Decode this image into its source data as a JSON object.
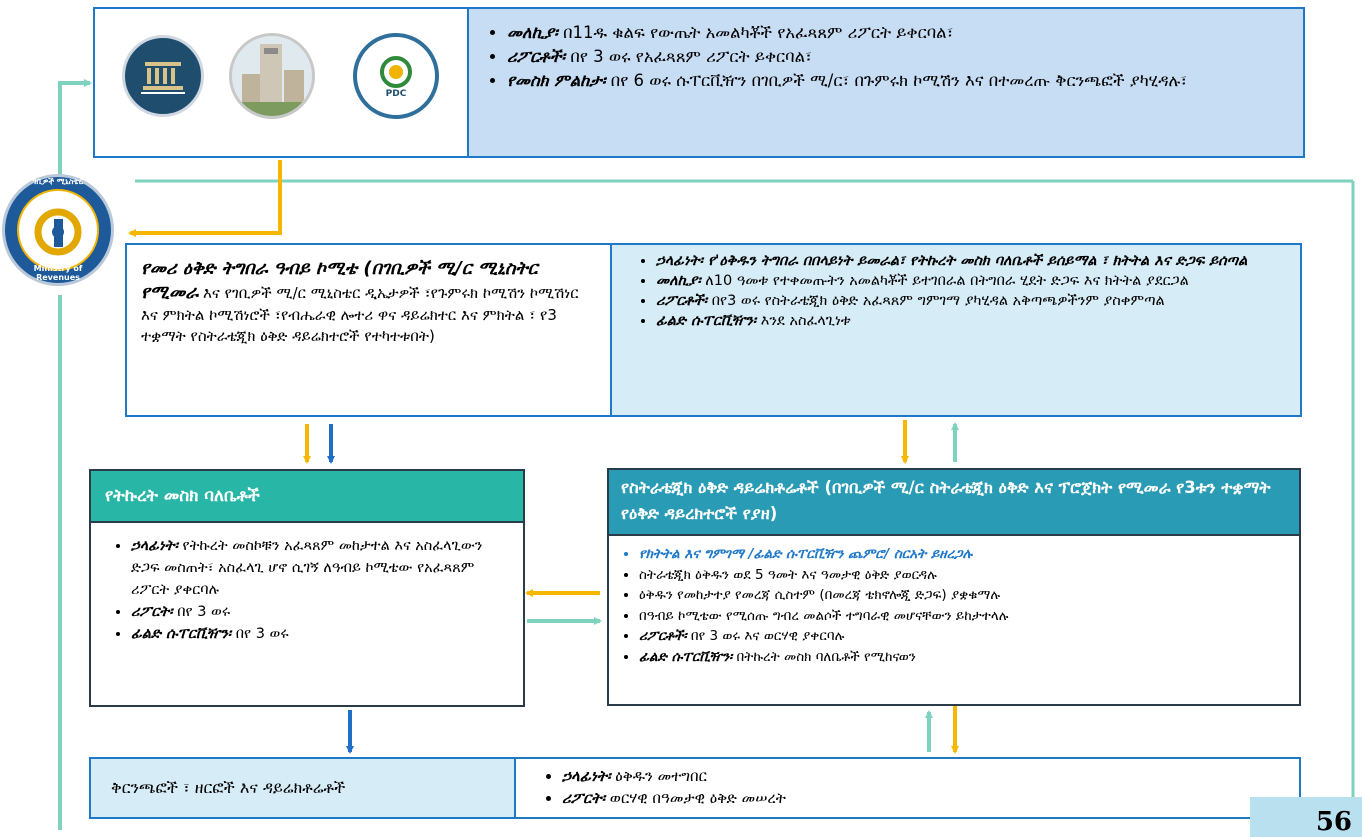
{
  "colors": {
    "teal": "#7fd1c0",
    "teal_dark": "#2fa99d",
    "blue_box": "#c7ddf4",
    "border_blue": "#1f78c8",
    "orange": "#f6b700",
    "blue_arrow": "#1f6fc9",
    "bar_blue": "#2a9bb4",
    "bar_teal": "#28b6a6"
  },
  "icons": [
    "revenues-emblem-logo",
    "building-logo",
    "pdc-logo",
    "ministry-of-revenues-logo"
  ],
  "logos": {
    "ministry_top": "ገቢዎች ሚኒስቴር",
    "ministry_bottom": "Ministry of Revenues",
    "pdc": "PDC"
  },
  "top": {
    "items": [
      {
        "term": "መለኪያ፡",
        "text": " በ11ዱ ቁልፍ የውጤት አመልካቾች የአፈጻጸም ሪፖርት ይቀርባል፣"
      },
      {
        "term": "ሪፖርቶች፡",
        "text": " በየ 3 ወሩ የአፈጻጸም ሪፖርት ይቀርባል፣"
      },
      {
        "term": "የመስክ ምልከታ፡",
        "text": " በየ 6 ወሩ ሱፐርቪዥን በገቢዎች ሚ/ር፣ በጉምሩክ ኮሚሽን እና በተመረጡ ቅርንጫፎች ያካሂዳሉ፣"
      }
    ]
  },
  "committee": {
    "title_bold": "የመሪ ዕቅድ ትግበራ ዓብይ ኮሚቴ (በገቢዎች ሚ/ር ሚኒስትር የሚመራ",
    "rest": " እና የገቢዎች ሚ/ር ሚኒስቴር ዲኤታዎች ፣የጉምሩክ ኮሚሽን ኮሚሽነር እና ምክትል ኮሚሽነሮች ፣የብሔራዊ ሎተሪ ዋና ዳይሬክተር እና ምክትል ፣ የ3 ተቋማት የስትራቴጂክ ዕቅድ ዳይሬክተሮች የተካተቱበት)"
  },
  "committee_right": {
    "items": [
      {
        "term": "ኃላፊነት፡",
        "text": " የ'ዕቅዱን ትግበራ በበላይነት ይመራል፣ የትኩረት መስክ ባለቤቶች ይሰይማል ፣ ክትትል እና ድጋፍ ይሰጣል",
        "all_bold": true
      },
      {
        "term": "መለኪያ፡",
        "text": " ለ10 ዓመቱ የተቀመጡትን አመልካቾች ይተገበራል በትግበራ ሂደት ድጋፍ እና ክትትል ያደርጋል",
        "all_bold": false
      },
      {
        "term": "ሪፖርቶች፡",
        "text": " በየ3 ወሩ የስትራቴጂክ ዕቅድ አፈጻጸም ግምገማ ያካሂዳል አቅጣጫዎችንም ያስቀምጣል",
        "all_bold": false
      },
      {
        "term": "ፊልድ ሱፐርቪዥን፡",
        "text": " እንደ አስፈላጊነቱ",
        "all_bold": false
      }
    ]
  },
  "focus": {
    "header": "የትኩረት መስክ ባለቤቶች",
    "items": [
      {
        "term": "ኃላፊነት፡",
        "text": " የትኩረት መስኮቹን አፈጻጸም መከታተል እና አስፈላጊውን ድጋፍ መስጠት፣ አስፈላጊ ሆኖ ሲገኝ ለዓብይ ኮሚቴው የአፈጻጸም ሪፖርት ያቀርባሉ"
      },
      {
        "term": "ሪፖርት፡",
        "text": " በየ 3 ወሩ"
      },
      {
        "term": "ፊልድ ሱፐርቪዥን፡",
        "text": " በየ 3 ወሩ"
      }
    ]
  },
  "strategic": {
    "header": "የስትራቴጂክ ዕቅድ ዳይሬክቶሬቶች (በገቢዎች ሚ/ር ስትራቴጂክ ዕቅድ እና ፕሮጀክት የሚመራ የ3ቱን ተቋማት የዕቅድ ዳይረክተሮች የያዘ)",
    "first": "የክትትል እና ግምገማ /ፊልድ ሱፐርቪዥን ጨምሮ/ ስርአት  ይዘረጋሉ",
    "items": [
      {
        "term": "",
        "text": "ስትራቴጂክ ዕቅዱን ወደ 5 ዓመት እና ዓመታዊ ዕቅድ ያወርዳሉ"
      },
      {
        "term": "",
        "text": "ዕቅዱን የመከታተያ የመረጃ ሲስተም (በመረጃ ቴክኖሎጂ ድጋፍ) ያቋቁማሉ"
      },
      {
        "term": "",
        "text": "በዓብይ ኮሚቴው የሚሰጡ ግብረ መልሶች ተግባራዊ መሆናቸውን ይከታተላሉ"
      },
      {
        "term": "ሪፖርቶች፡",
        "text": " በየ 3 ወሩ እና ወርሃዊ ያቀርባሉ"
      },
      {
        "term": "ፊልድ ሱፐርቪዥን፡",
        "text": " በትኩረት መስክ ባለቤቶች የሚከናወን"
      }
    ]
  },
  "branches": {
    "label": "ቅርንጫፎች ፣ ዘርፎች እና ዳይሬክቶሬቶች",
    "items": [
      {
        "term": "ኃላፊነት፡",
        "text": " ዕቅዱን መተግበር"
      },
      {
        "term": "ሪፖርት፡",
        "text": " ወርሃዊ በዓመታዊ ዕቅድ መሠረት"
      }
    ]
  },
  "page_number": "56"
}
